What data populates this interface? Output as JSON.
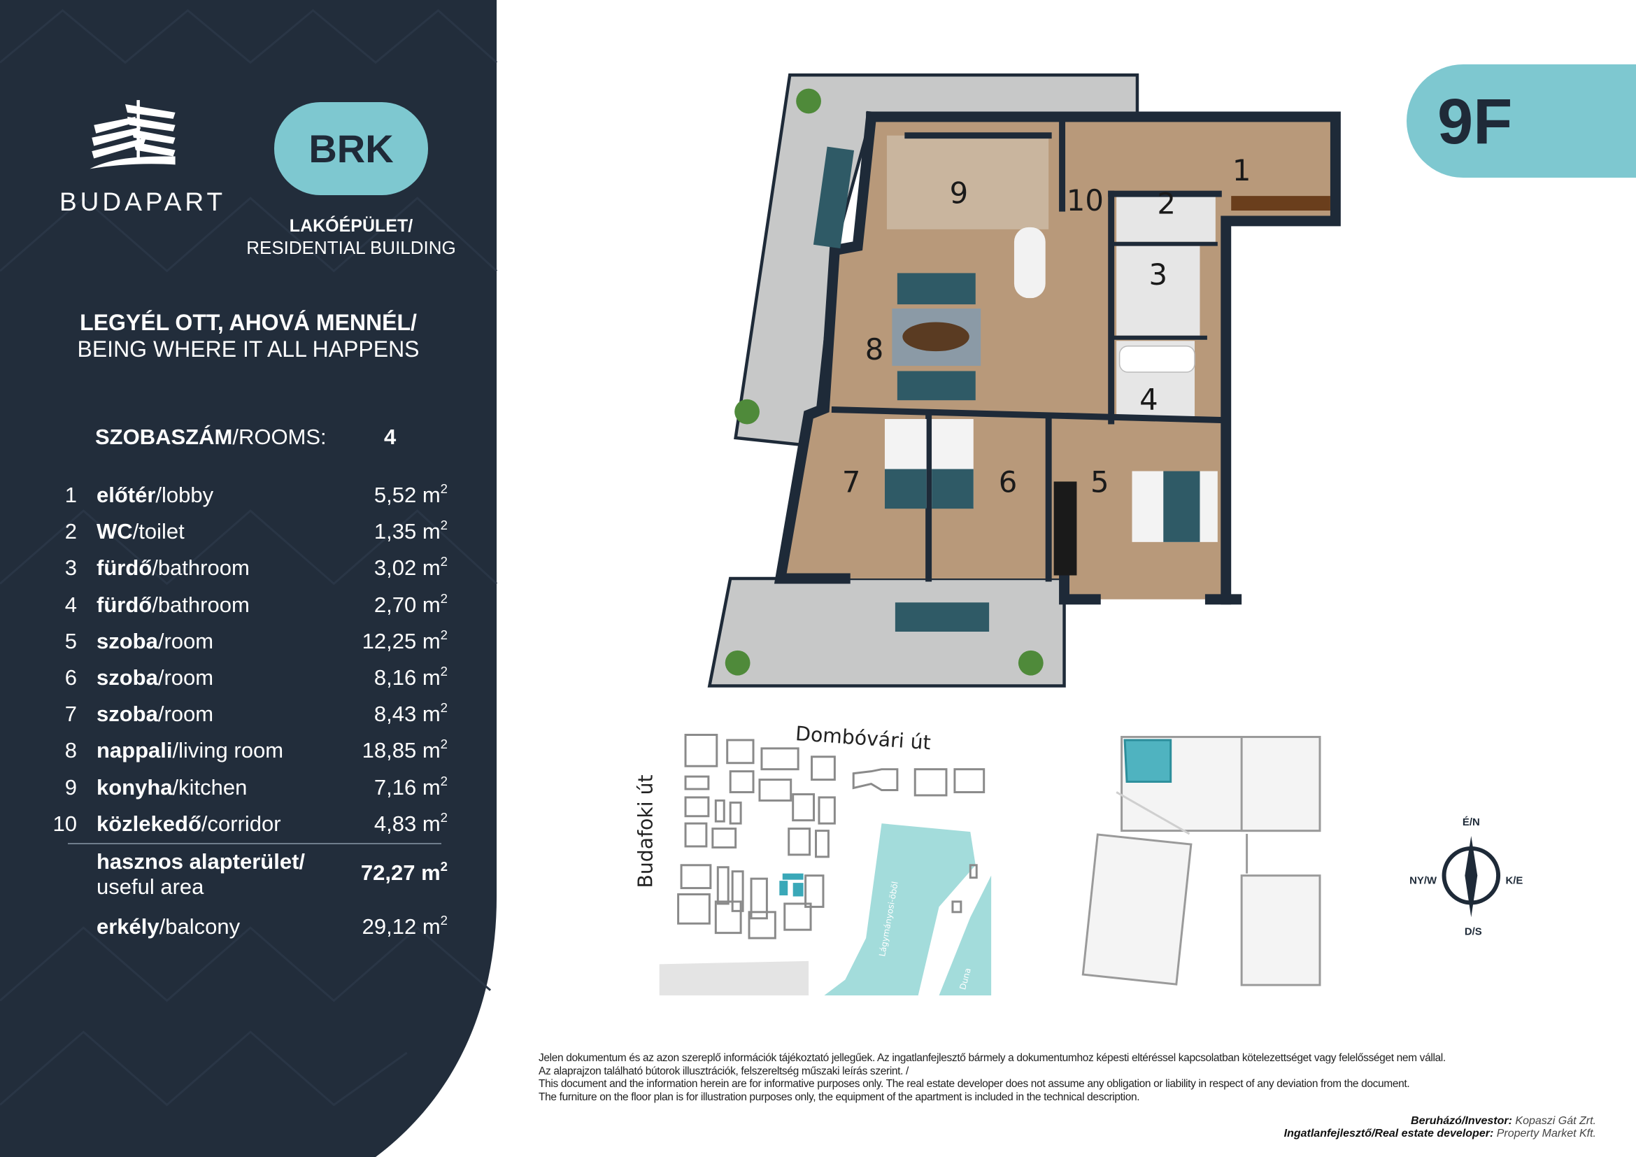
{
  "brand": {
    "name": "BUDAPART",
    "building_code": "BRK",
    "building_type_hu": "LAKÓÉPÜLET/",
    "building_type_en": "RESIDENTIAL BUILDING"
  },
  "tagline": {
    "hu": "LEGYÉL OTT, AHOVÁ MENNÉL/",
    "en": "BEING WHERE IT ALL HAPPENS"
  },
  "rooms_count": {
    "label_hu": "SZOBASZÁM",
    "label_en": "/ROOMS:",
    "value": "4"
  },
  "rooms": [
    {
      "num": "1",
      "hu": "előtér",
      "en": "/lobby",
      "area": "5,52",
      "unit": "m",
      "exp": "2"
    },
    {
      "num": "2",
      "hu": "WC",
      "en": "/toilet",
      "area": "1,35",
      "unit": "m",
      "exp": "2"
    },
    {
      "num": "3",
      "hu": "fürdő",
      "en": "/bathroom",
      "area": "3,02",
      "unit": "m",
      "exp": "2"
    },
    {
      "num": "4",
      "hu": "fürdő",
      "en": "/bathroom",
      "area": "2,70",
      "unit": "m",
      "exp": "2"
    },
    {
      "num": "5",
      "hu": "szoba",
      "en": "/room",
      "area": "12,25",
      "unit": "m",
      "exp": "2"
    },
    {
      "num": "6",
      "hu": "szoba",
      "en": "/room",
      "area": "8,16",
      "unit": "m",
      "exp": "2"
    },
    {
      "num": "7",
      "hu": "szoba",
      "en": "/room",
      "area": "8,43",
      "unit": "m",
      "exp": "2"
    },
    {
      "num": "8",
      "hu": "nappali",
      "en": "/living room",
      "area": "18,85",
      "unit": "m",
      "exp": "2"
    },
    {
      "num": "9",
      "hu": "konyha",
      "en": "/kitchen",
      "area": "7,16",
      "unit": "m",
      "exp": "2"
    },
    {
      "num": "10",
      "hu": "közlekedő",
      "en": "/corridor",
      "area": "4,83",
      "unit": "m",
      "exp": "2"
    }
  ],
  "useful_area": {
    "label_hu": "hasznos alapterület/",
    "label_en": "useful area",
    "value": "72,27 m",
    "exp": "2"
  },
  "balcony": {
    "hu": "erkély",
    "en": "/balcony",
    "area": "29,12",
    "unit": "m",
    "exp": "2"
  },
  "apartment_id": "9F",
  "site_map": {
    "street_top": "Dombóvári út",
    "street_left": "Budafoki út",
    "bay": "Lágymányosi-öböl",
    "river": "Duna"
  },
  "compass": {
    "north": "É/N",
    "west": "NY/W",
    "east": "K/E",
    "south": "D/S"
  },
  "disclaimer": [
    "Jelen dokumentum és az azon szereplő információk tájékoztató jellegűek. Az ingatlanfejlesztő bármely a dokumentumhoz képesti eltéréssel kapcsolatban kötelezettséget vagy felelősséget nem vállal.",
    "Az alaprajzon található bútorok illusztrációk, felszereltség műszaki leírás szerint. /",
    "This document and the information herein are for informative purposes only. The real estate developer does not assume any obligation or liability in respect of any deviation from the document.",
    "The furniture on the floor plan is for illustration purposes only, the equipment of the apartment is included in the technical description."
  ],
  "credits": {
    "investor_label": "Beruházó/Investor:",
    "investor": "Kopaszi Gát Zrt.",
    "developer_label": "Ingatlanfejlesztő/Real estate developer:",
    "developer": "Property Market Kft."
  },
  "colors": {
    "panel": "#222d3b",
    "accent": "#7ec8d0",
    "water": "#a3dcdb",
    "wood": "#b8997a",
    "wall": "#1e2a38"
  }
}
